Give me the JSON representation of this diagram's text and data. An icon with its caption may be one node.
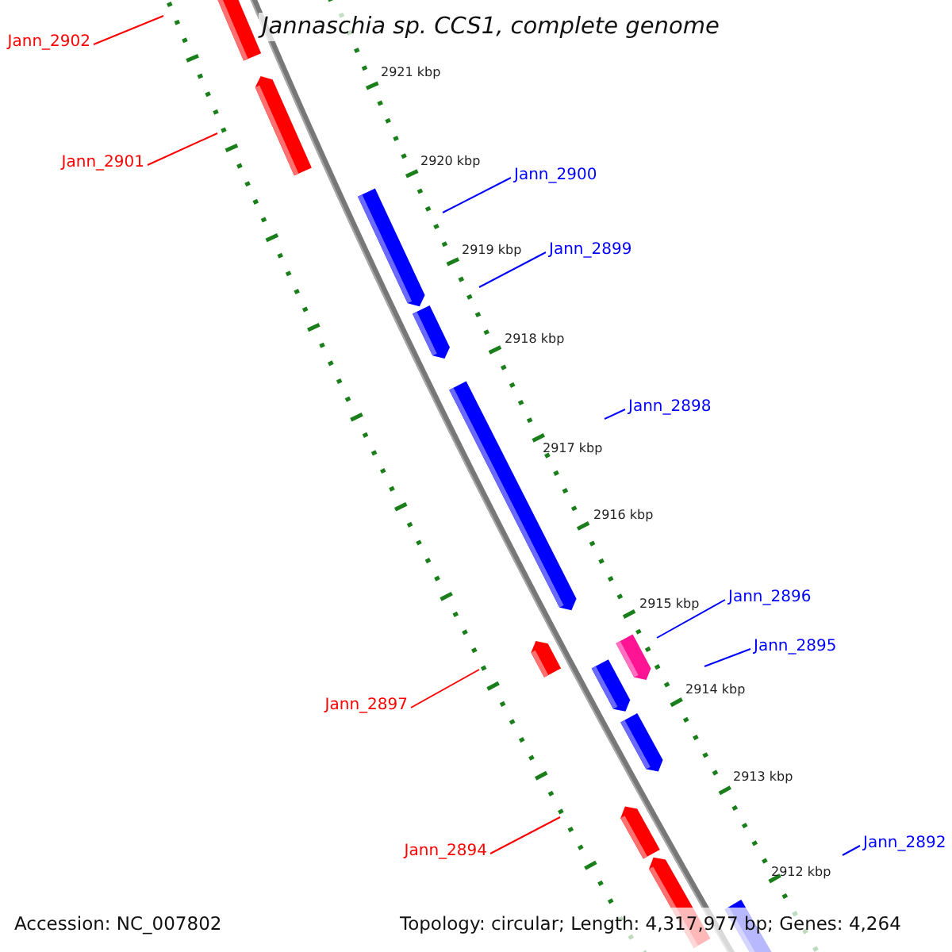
{
  "diagram": {
    "title": "Jannaschia sp. CCS1, complete genome",
    "nodes": [
      {
        "text": [
          "Jann_2902"
        ]
      },
      {
        "text": [
          "Jann_2901"
        ]
      },
      {
        "text": [
          "Jann_2900"
        ]
      },
      {
        "text": [
          "Jann_2899"
        ]
      },
      {
        "text": [
          "Jann_2898"
        ]
      },
      {
        "text": [
          "Jann_2896"
        ]
      },
      {
        "text": [
          "Jann_2895"
        ]
      },
      {
        "text": [
          "Jann_2897"
        ]
      },
      {
        "text": [
          "Jann_2894"
        ]
      },
      {
        "text": [
          "Jann_2892"
        ]
      }
    ],
    "edges": [
      {
        "from": 0,
        "to": null,
        "arrow": "none",
        "color": "#ff0000"
      },
      {
        "from": 1,
        "to": null,
        "arrow": "none",
        "color": "#ff0000"
      },
      {
        "from": 2,
        "to": null,
        "arrow": "none"
      },
      {
        "from": 3,
        "to": null,
        "arrow": "none"
      },
      {
        "from": 4,
        "to": null,
        "arrow": "none"
      },
      {
        "from": 5,
        "to": null,
        "arrow": "none"
      },
      {
        "from": 6,
        "to": null,
        "arrow": "none"
      },
      {
        "from": 7,
        "to": null,
        "arrow": "none",
        "color": "#ff0000"
      },
      {
        "from": 8,
        "to": null,
        "arrow": "none",
        "color": "#ff0000"
      },
      {
        "from": 9,
        "to": null,
        "arrow": "none"
      }
    ],
    "labels": [
      "2921 kbp",
      "2920 kbp",
      "2919 kbp",
      "2918 kbp",
      "2917 kbp",
      "2916 kbp",
      "2915 kbp",
      "2914 kbp",
      "2913 kbp",
      "2912 kbp",
      "Accession: NC_007802",
      "Topology: circular; Length: 4,317,977 bp; Genes: 4,264"
    ]
  }
}
